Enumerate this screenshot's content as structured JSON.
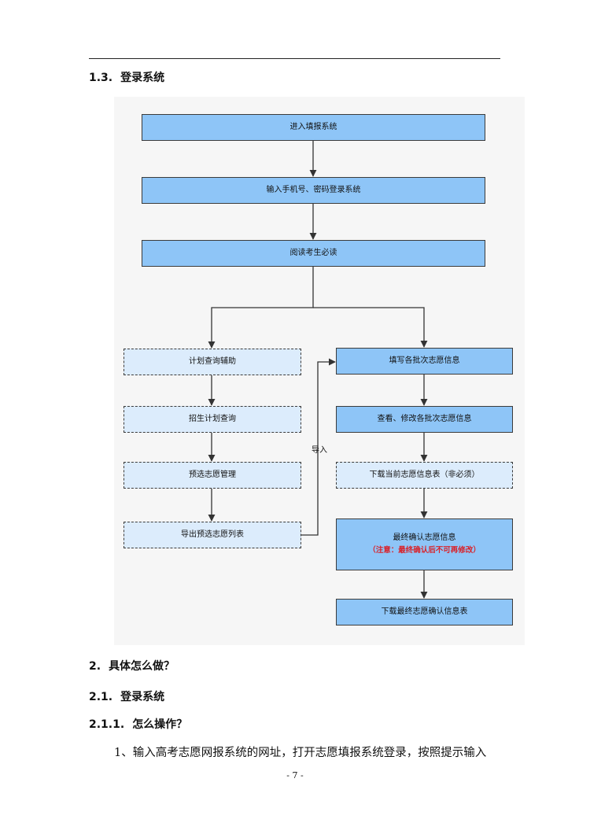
{
  "section_1_3": {
    "num": "1.3.",
    "title": "登录系统"
  },
  "flowchart": {
    "step1": "进入填报系统",
    "step2": "输入手机号、密码登录系统",
    "step3": "阅读考生必读",
    "left": [
      "计划查询辅助",
      "招生计划查询",
      "预选志愿管理",
      "导出预选志愿列表"
    ],
    "import_label": "导入",
    "right": [
      "填写各批次志愿信息",
      "查看、修改各批次志愿信息",
      "下载当前志愿信息表（非必须）",
      "最终确认志愿信息",
      "下载最终志愿确认信息表"
    ],
    "warning": "（注意：最终确认后不可再修改）"
  },
  "section_2": {
    "num": "2.",
    "title": "具体怎么做？"
  },
  "section_2_1": {
    "num": "2.1.",
    "title": "登录系统"
  },
  "section_2_1_1": {
    "num": "2.1.1.",
    "title": "怎么操作？"
  },
  "paragraph": "1、输入高考志愿网报系统的网址，打开志愿填报系统登录，按照提示输入",
  "page_number": "- 7 -"
}
